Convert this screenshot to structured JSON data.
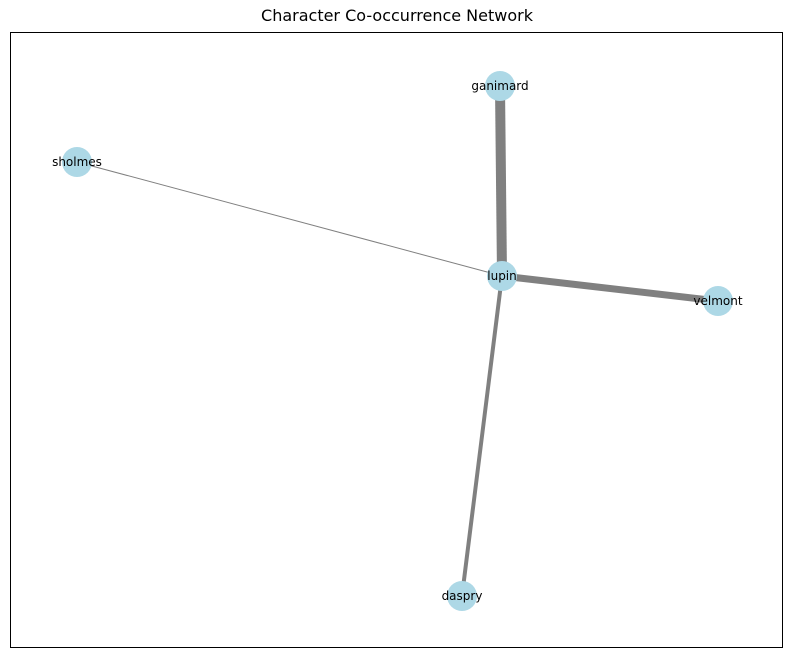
{
  "title": "Character Co-occurrence Network",
  "colors": {
    "node_fill": "#add8e6",
    "edge_color": "#808080",
    "frame": "#000000",
    "label": "#000000"
  },
  "nodes": [
    {
      "id": "ganimard",
      "label": "ganimard"
    },
    {
      "id": "sholmes",
      "label": "sholmes"
    },
    {
      "id": "lupin",
      "label": "lupin"
    },
    {
      "id": "velmont",
      "label": "velmont"
    },
    {
      "id": "daspry",
      "label": "daspry"
    }
  ],
  "edges": [
    {
      "source": "lupin",
      "target": "ganimard",
      "weight": 10
    },
    {
      "source": "lupin",
      "target": "velmont",
      "weight": 7
    },
    {
      "source": "lupin",
      "target": "daspry",
      "weight": 4
    },
    {
      "source": "lupin",
      "target": "sholmes",
      "weight": 1
    }
  ]
}
